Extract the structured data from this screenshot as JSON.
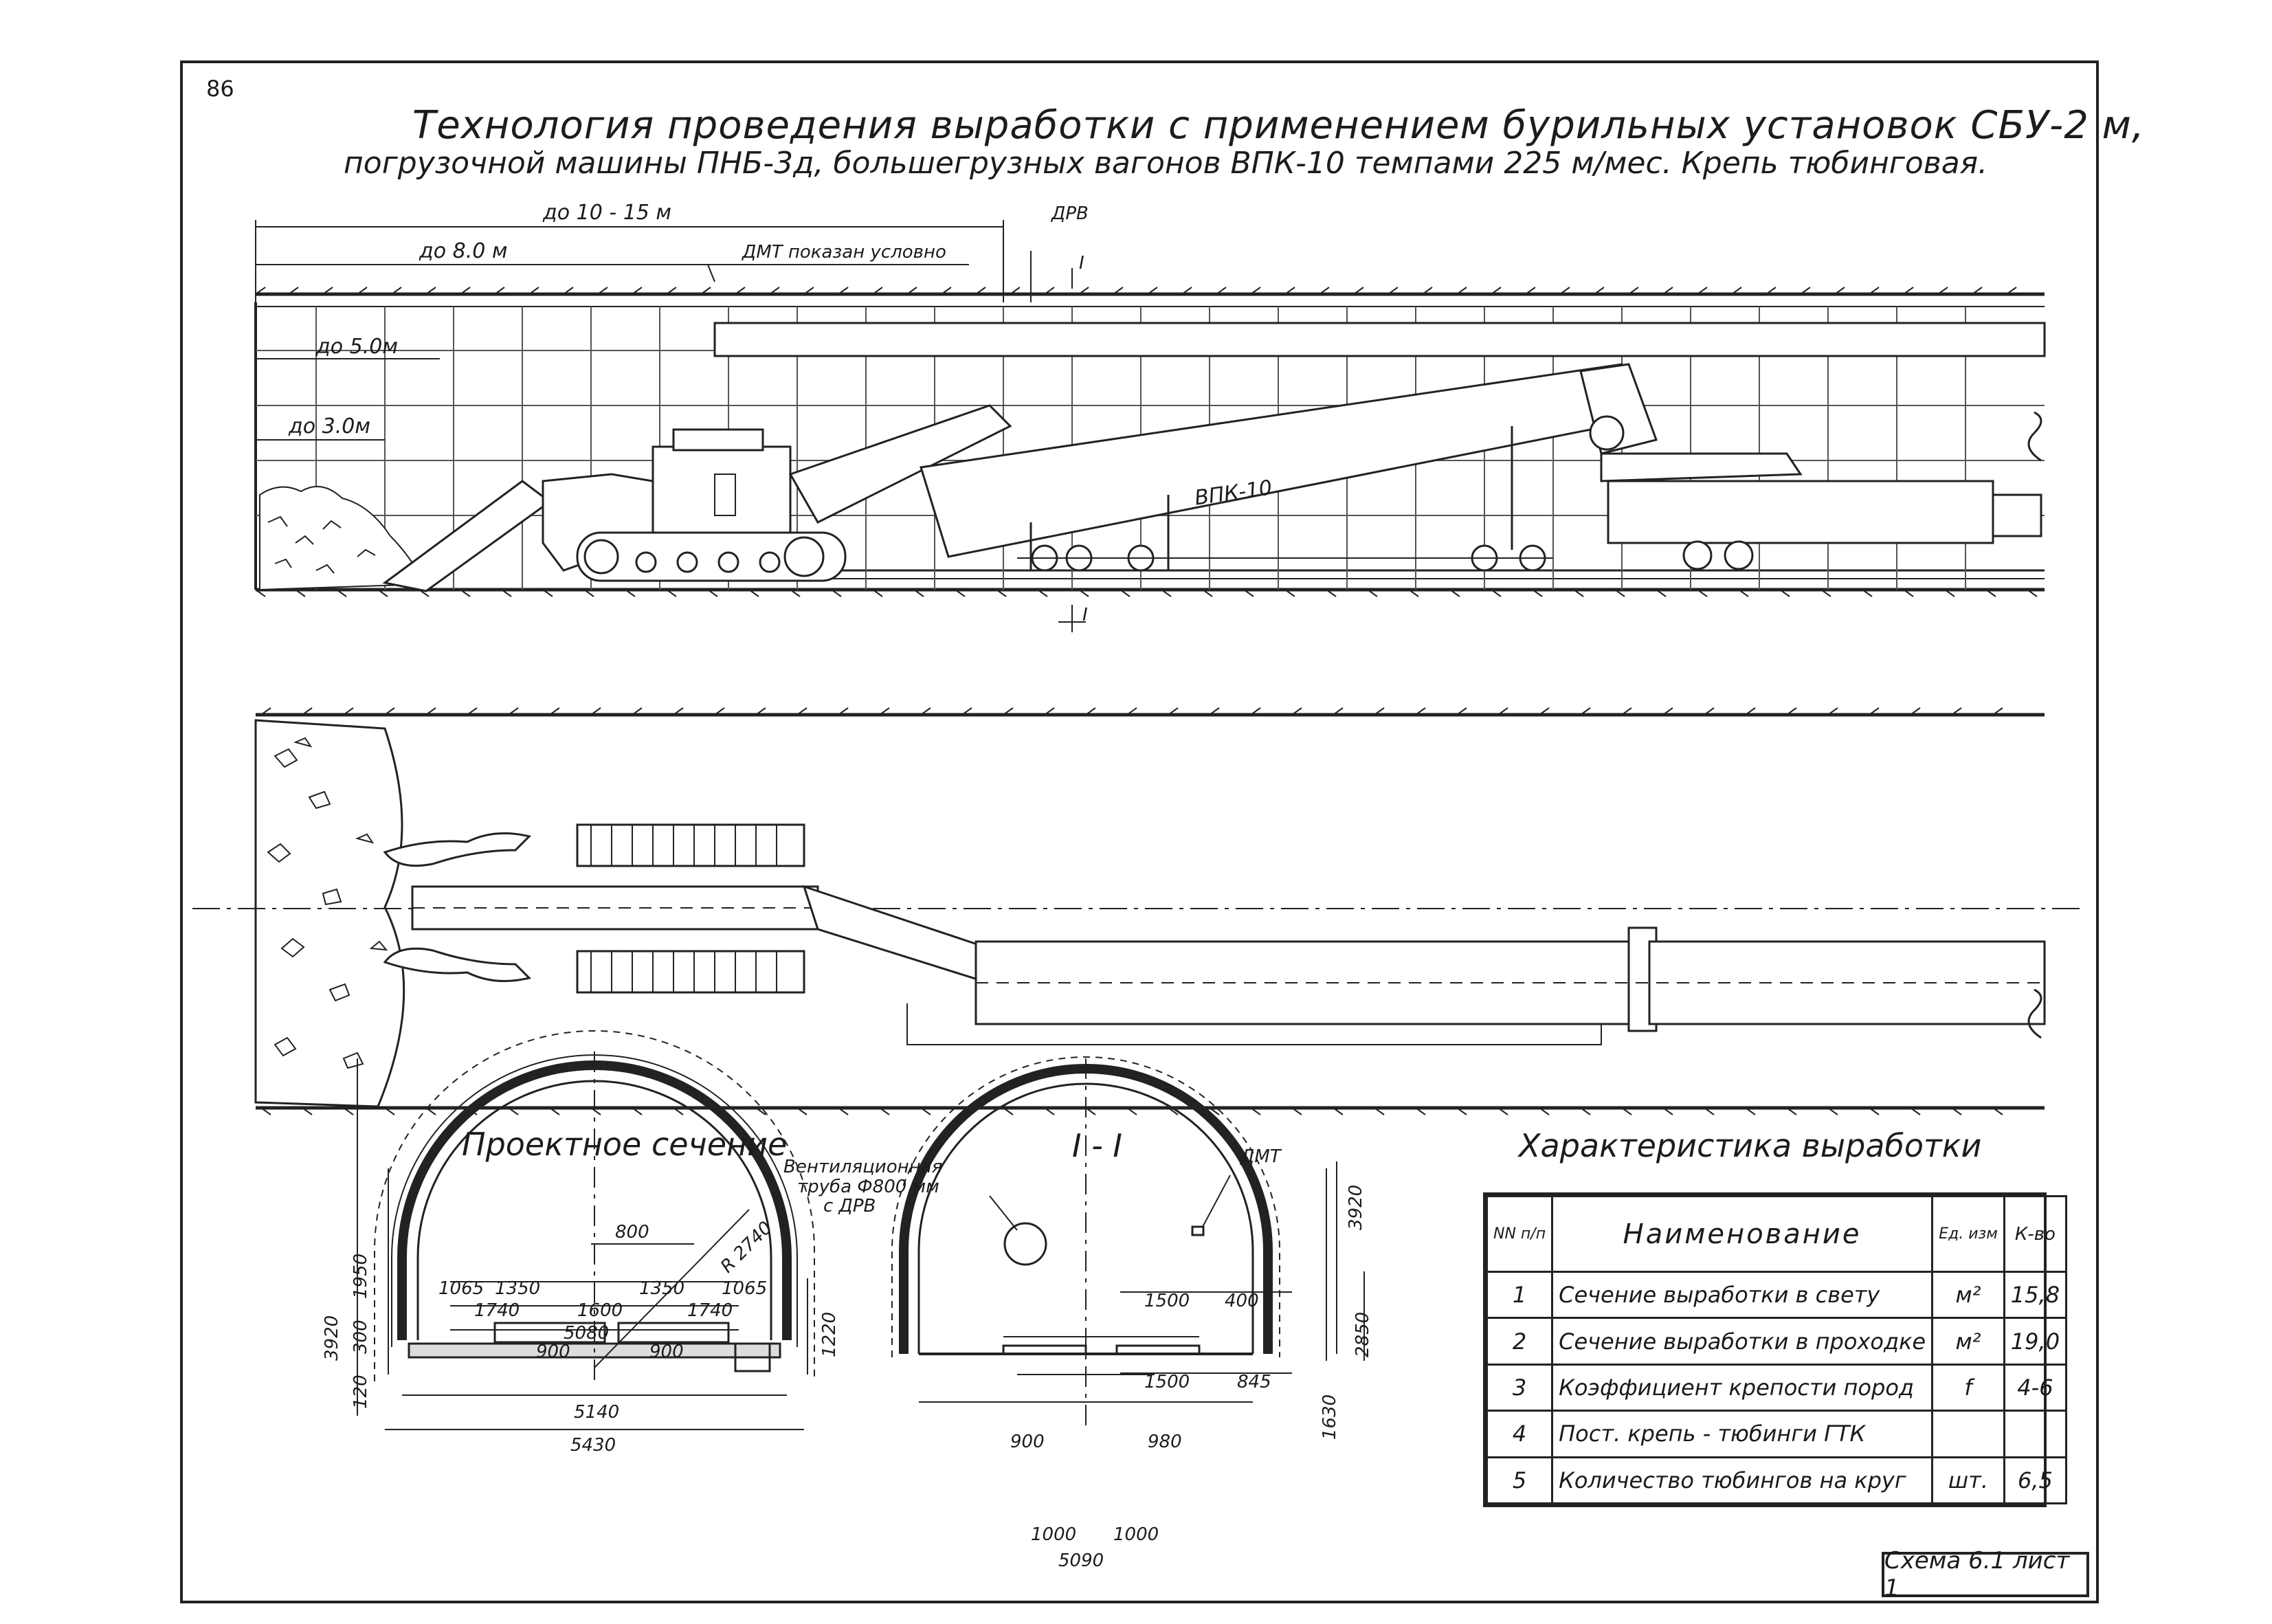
{
  "page_number": "86",
  "title": {
    "line1": "Технология проведения выработки с применением бурильных установок СБУ-2 м,",
    "line2": "погрузочной машины ПНБ-3д, большегрузных вагонов ВПК-10 темпами 225 м/мес. Крепь тюбинговая."
  },
  "longitudinal": {
    "dim_10_15": "до 10 - 15 м",
    "dim_8": "до 8.0 м",
    "dim_5": "до 5.0м",
    "dim_3": "до 3.0м",
    "dmt_note": "ДМТ показан условно",
    "drv": "ДРВ",
    "wagon_label": "ВПК-10",
    "section_mark_top": "I",
    "section_mark_bottom": "I"
  },
  "design_section": {
    "heading": "Проектное сечение",
    "dims": {
      "d3920": "3920",
      "d1950": "1950",
      "d300": "300",
      "d120": "120",
      "d1220": "1220",
      "d800": "800",
      "d1065a": "1065",
      "d1350a": "1350",
      "d1350b": "1350",
      "d1065b": "1065",
      "d1740a": "1740",
      "d1600": "1600",
      "d1740b": "1740",
      "d5080": "5080",
      "d900a": "900",
      "d900b": "900",
      "radius": "R 2740",
      "d5140": "5140",
      "d5430": "5430"
    }
  },
  "section_1_1": {
    "heading": "I - I",
    "vent_note_1": "Вентиляционная",
    "vent_note_2": "труба Ф800 мм",
    "vent_note_3": "с ДРВ",
    "dmt": "ДМТ",
    "dims": {
      "d3920": "3920",
      "d2850": "2850",
      "d1630": "1630",
      "d1500a": "1500",
      "d400": "400",
      "d1500b": "1500",
      "d845": "845",
      "d900": "900",
      "d980": "980",
      "d1000a": "1000",
      "d1000b": "1000",
      "d5090": "5090"
    }
  },
  "characteristics": {
    "heading": "Характеристика выработки",
    "col_no": "NN п/п",
    "col_name": "Наименование",
    "col_unit": "Ед. изм",
    "col_qty": "К-во",
    "rows": [
      {
        "no": "1",
        "name": "Сечение выработки в свету",
        "unit": "м²",
        "qty": "15,8"
      },
      {
        "no": "2",
        "name": "Сечение выработки в проходке",
        "unit": "м²",
        "qty": "19,0"
      },
      {
        "no": "3",
        "name": "Коэффициент крепости пород",
        "unit": "f",
        "qty": "4-6"
      },
      {
        "no": "4",
        "name": "Пост. крепь - тюбинги ГТК",
        "unit": "",
        "qty": ""
      },
      {
        "no": "5",
        "name": "Количество тюбингов на круг",
        "unit": "шт.",
        "qty": "6,5"
      }
    ]
  },
  "schema_label": "Схема 6.1 лист 1"
}
